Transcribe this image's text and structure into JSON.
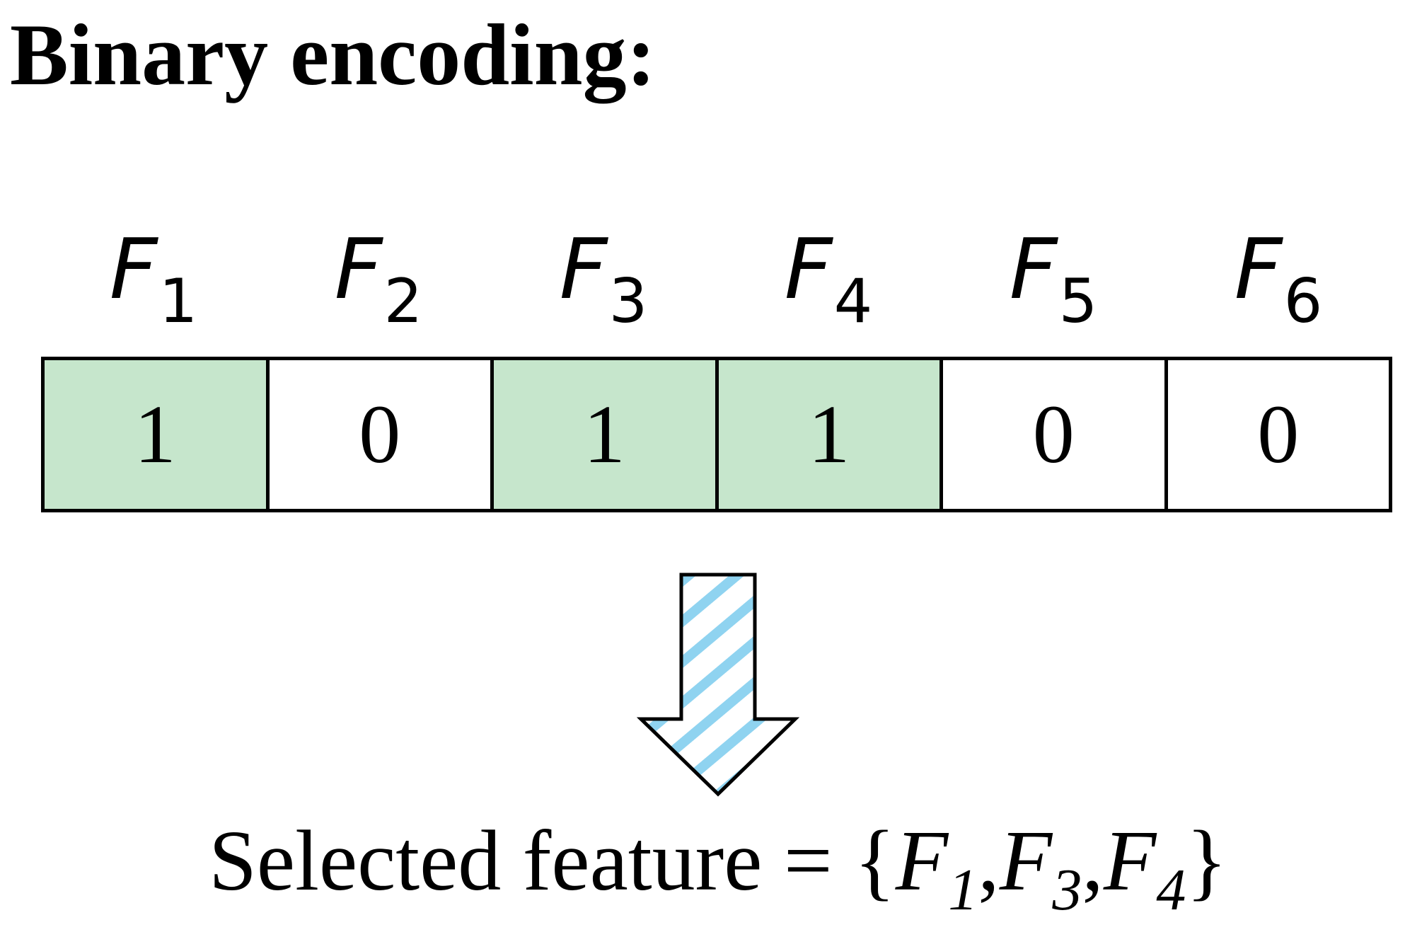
{
  "title": "Binary encoding:",
  "features": [
    {
      "letter": "F",
      "sub": "1",
      "bit": "1",
      "selected": true
    },
    {
      "letter": "F",
      "sub": "2",
      "bit": "0",
      "selected": false
    },
    {
      "letter": "F",
      "sub": "3",
      "bit": "1",
      "selected": true
    },
    {
      "letter": "F",
      "sub": "4",
      "bit": "1",
      "selected": true
    },
    {
      "letter": "F",
      "sub": "5",
      "bit": "0",
      "selected": false
    },
    {
      "letter": "F",
      "sub": "6",
      "bit": "0",
      "selected": false
    }
  ],
  "result": {
    "prefix": "Selected feature = {",
    "items": [
      {
        "letter": "F",
        "sub": "1"
      },
      {
        "letter": "F",
        "sub": "3"
      },
      {
        "letter": "F",
        "sub": "4"
      }
    ],
    "separator": ",",
    "suffix": "}"
  },
  "colors": {
    "selected_fill": "#c6e6cc",
    "arrow_stripe": "#8fd3f0",
    "outline": "#000000"
  }
}
